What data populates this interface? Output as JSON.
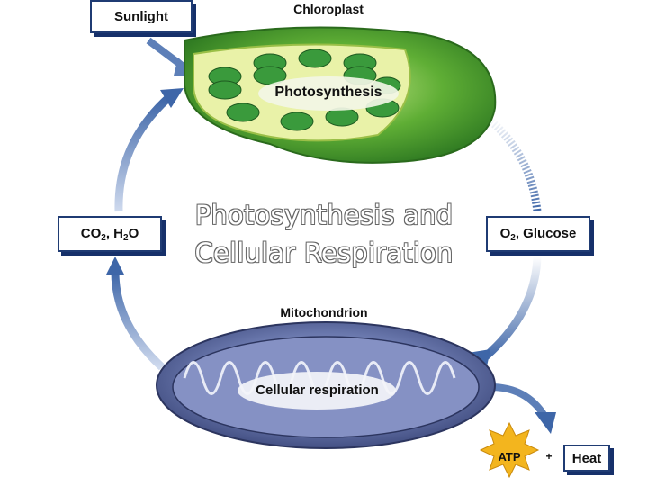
{
  "title": {
    "line1": "Photosynthesis and",
    "line2": "Cellular Respiration"
  },
  "boxes": {
    "sunlight": "Sunlight",
    "co2_h2o": {
      "co": "CO",
      "sub1": "2",
      "sep": ", H",
      "sub2": "2",
      "o": "O"
    },
    "o2_glucose": {
      "o": "O",
      "sub": "2",
      "rest": ", Glucose"
    },
    "heat": "Heat",
    "atp": "ATP",
    "plus": "+"
  },
  "organelles": {
    "chloroplast": {
      "name": "Chloroplast",
      "process": "Photosynthesis"
    },
    "mitochondrion": {
      "name": "Mitochondrion",
      "process": "Cellular respiration"
    }
  },
  "colors": {
    "arrow": "#5d7fb8",
    "chloroplast_green": "#3f9a2e",
    "mito_blue": "#4b5a8e",
    "atp_star": "#f3b51e"
  }
}
